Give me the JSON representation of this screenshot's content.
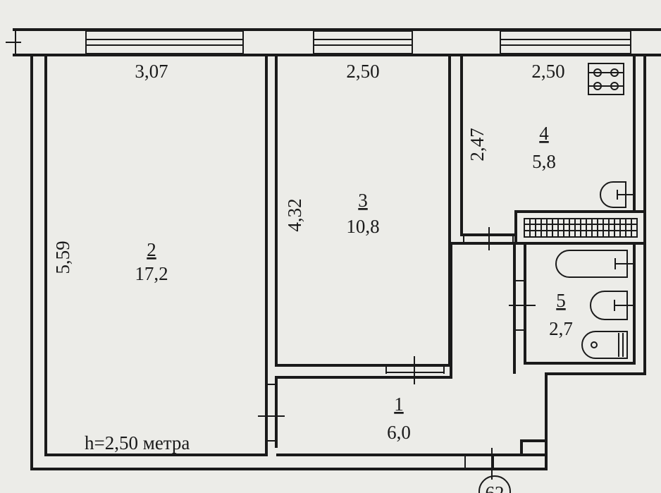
{
  "plan": {
    "ceiling_height": "h=2,50 метра",
    "apartment_number": "62",
    "rooms": [
      {
        "number": "1",
        "area": "6,0"
      },
      {
        "number": "2",
        "area": "17,2",
        "width": "3,07",
        "length": "5,59"
      },
      {
        "number": "3",
        "area": "10,8",
        "width": "2,50",
        "length": "4,32"
      },
      {
        "number": "4",
        "area": "5,8",
        "width": "2,50",
        "length": "2,47"
      },
      {
        "number": "5",
        "area": "2,7"
      }
    ]
  }
}
